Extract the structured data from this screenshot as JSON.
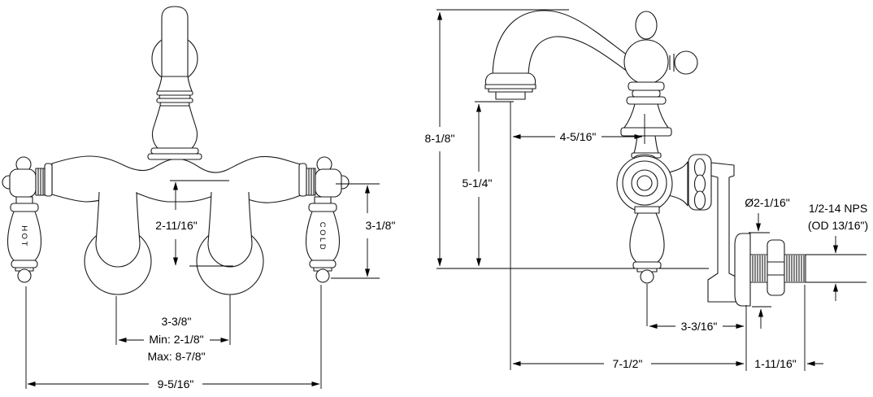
{
  "drawing": {
    "type": "faucet-dimension-spec",
    "background_color": "#ffffff",
    "line_color": "#000000",
    "front": {
      "hot": "HOT",
      "cold": "COLD",
      "dim_center_to_handle": "2-11/16\"",
      "dim_handle_length": "3-1/8\"",
      "dim_tube_spread": "3-3/8\"",
      "dim_tube_spread_min": "Min: 2-1/8\"",
      "dim_tube_spread_max": "Max: 8-7/8\"",
      "dim_overall_width": "9-5/16\""
    },
    "side": {
      "dim_overall_height": "8-1/8\"",
      "dim_spout_outlet_height": "5-1/4\"",
      "dim_spout_reach_center": "4-5/16\"",
      "dim_flange_diameter": "Ø2-1/16\"",
      "dim_thread_line1": "1/2-14 NPS",
      "dim_thread_line2": "(OD 13/16\")",
      "dim_handle_to_wall": "3-3/16\"",
      "dim_spout_to_wall": "7-1/2\"",
      "dim_nipple_length": "1-11/16\""
    }
  }
}
